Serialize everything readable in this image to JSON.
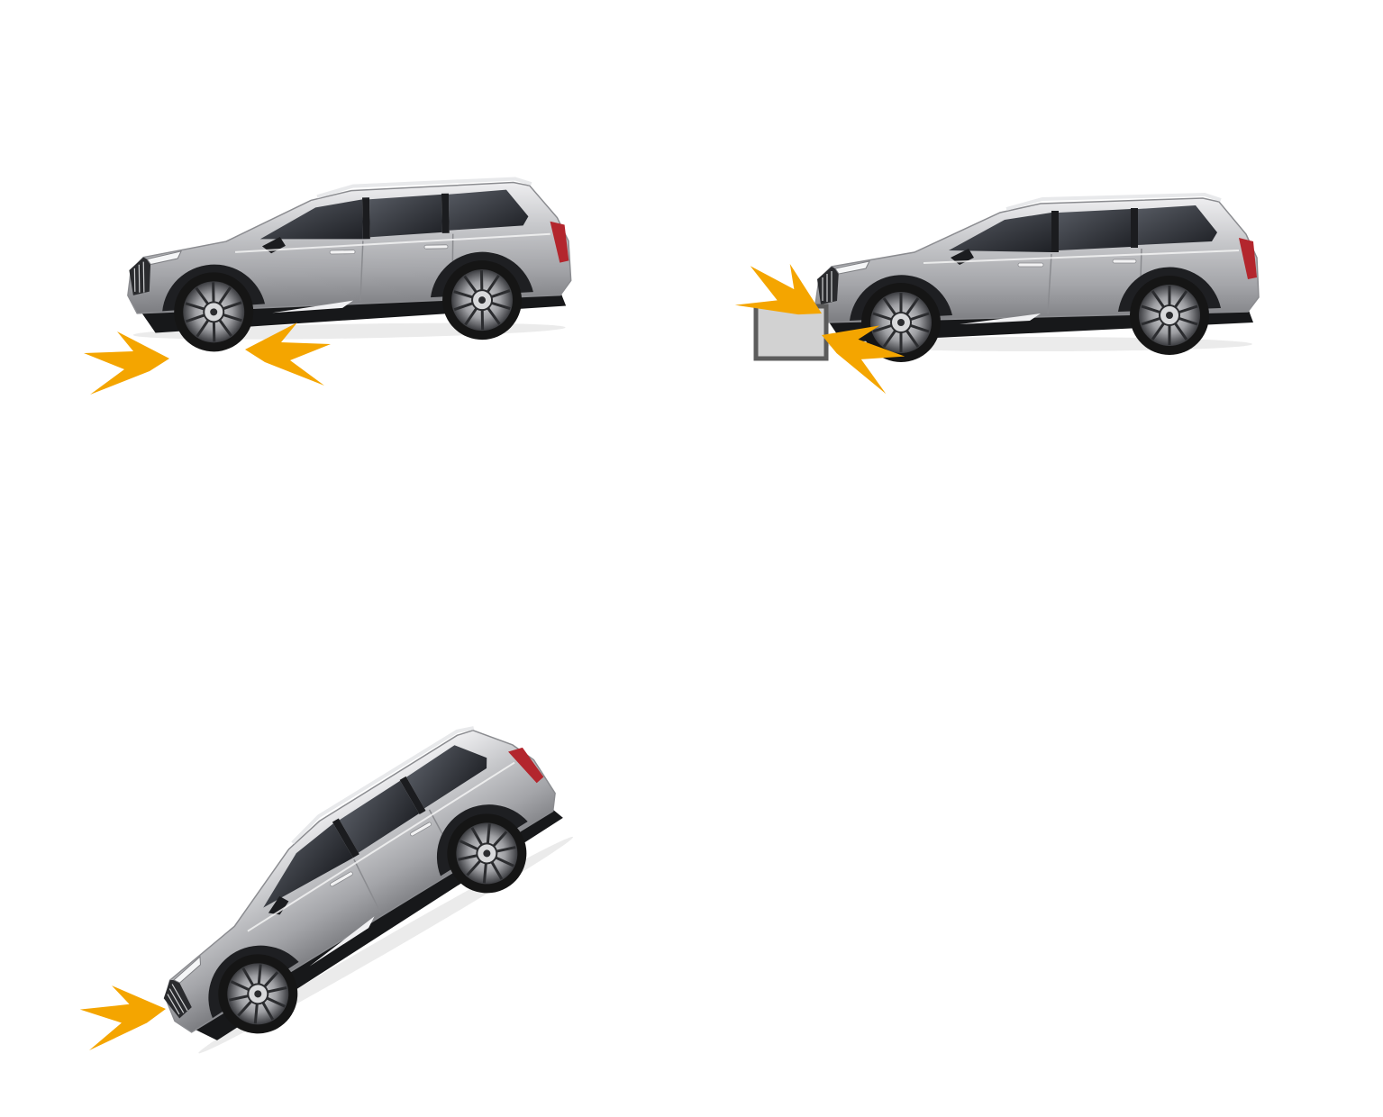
{
  "colors": {
    "background": "#ffffff",
    "body_light": "#e2e2e5",
    "body_mid": "#b9babd",
    "body_dark": "#8b8c90",
    "glass": "#2a2d33",
    "trim": "#17181a",
    "tyre": "#151515",
    "rim": "#c5c6c8",
    "taillight": "#b3262d",
    "impact": "#f4a500",
    "obstacle_fill": "#d2d2d2",
    "obstacle_border": "#5c5c5c"
  },
  "panels": [
    {
      "id": "wheel-scrape",
      "icons": [
        "suv-icon",
        "impact-icon",
        "impact-icon"
      ]
    },
    {
      "id": "front-collision",
      "icons": [
        "suv-icon",
        "obstacle-icon",
        "impact-icon"
      ]
    },
    {
      "id": "incline-front-scrape",
      "icons": [
        "suv-icon",
        "impact-icon"
      ]
    }
  ]
}
